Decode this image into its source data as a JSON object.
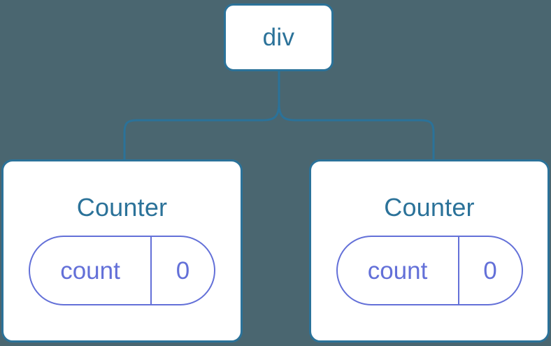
{
  "diagram": {
    "type": "component-tree",
    "background_color": "#4a6670",
    "node_border_color": "#2b7299",
    "node_fill_color": "#ffffff",
    "node_text_color": "#2b7299",
    "state_color": "#6370d8",
    "connector_color": "#2b7299"
  },
  "root": {
    "label": "div"
  },
  "children": [
    {
      "label": "Counter",
      "state": {
        "key": "count",
        "value": "0"
      }
    },
    {
      "label": "Counter",
      "state": {
        "key": "count",
        "value": "0"
      }
    }
  ]
}
